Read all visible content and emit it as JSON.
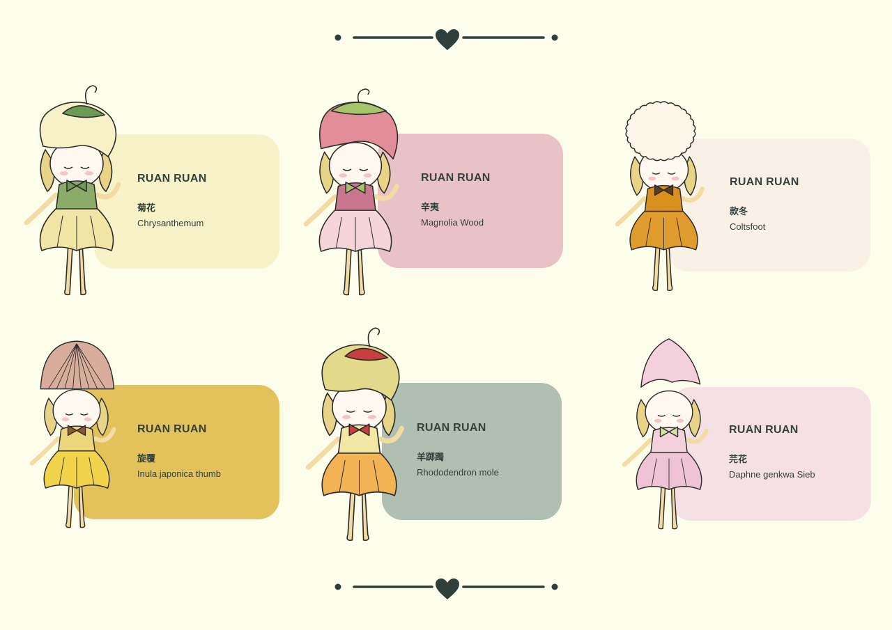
{
  "colors": {
    "background": "#fdfdeb",
    "ornament": "#2f403b",
    "text": "#33413c",
    "skin": "#f3dca3",
    "hair": "#e8d487"
  },
  "decoration": {
    "top": "heart-divider-icon",
    "bottom": "heart-divider-icon"
  },
  "cards": [
    {
      "title": "RUAN RUAN",
      "name_cn": "菊花",
      "name_en": "Chrysanthemum",
      "card_color": "#f7f2c8",
      "cap_color": "#f8f0c6",
      "dress_color": "#8aab6a",
      "skirt_color": "#f1e4a4",
      "accent_color": "#6d9a55",
      "hat_style": "bulb"
    },
    {
      "title": "RUAN RUAN",
      "name_cn": "辛夷",
      "name_en": "Magnolia Wood",
      "card_color": "#e8c2c6",
      "cap_color": "#e38d9a",
      "dress_color": "#c97791",
      "skirt_color": "#f4d6d9",
      "accent_color": "#a7c46b",
      "hat_style": "round"
    },
    {
      "title": "RUAN RUAN",
      "name_cn": "款冬",
      "name_en": "Coltsfoot",
      "card_color": "#faf1e6",
      "cap_color": "#fbf6e8",
      "dress_color": "#d9901f",
      "skirt_color": "#e09b2e",
      "accent_color": "#5a3b22",
      "hat_style": "puff"
    },
    {
      "title": "RUAN RUAN",
      "name_cn": "旋覆",
      "name_en": "Inula japonica thumb",
      "card_color": "#e3c25c",
      "cap_color": "#d9ad9c",
      "dress_color": "#ecd57a",
      "skirt_color": "#f2d34c",
      "accent_color": "#8a5a2b",
      "hat_style": "dome"
    },
    {
      "title": "RUAN RUAN",
      "name_cn": "羊踯躅",
      "name_en": "Rhododendron mole",
      "card_color": "#b0bfb1",
      "cap_color": "#e2d98a",
      "dress_color": "#f3e7a6",
      "skirt_color": "#f2b355",
      "accent_color": "#c7403d",
      "hat_style": "bulb"
    },
    {
      "title": "RUAN RUAN",
      "name_cn": "芫花",
      "name_en": "Daphne genkwa Sieb",
      "card_color": "#f5e0e4",
      "cap_color": "#f4cfdc",
      "dress_color": "#f3d1dd",
      "skirt_color": "#efc3d6",
      "accent_color": "#d7e39c",
      "hat_style": "bell"
    }
  ]
}
